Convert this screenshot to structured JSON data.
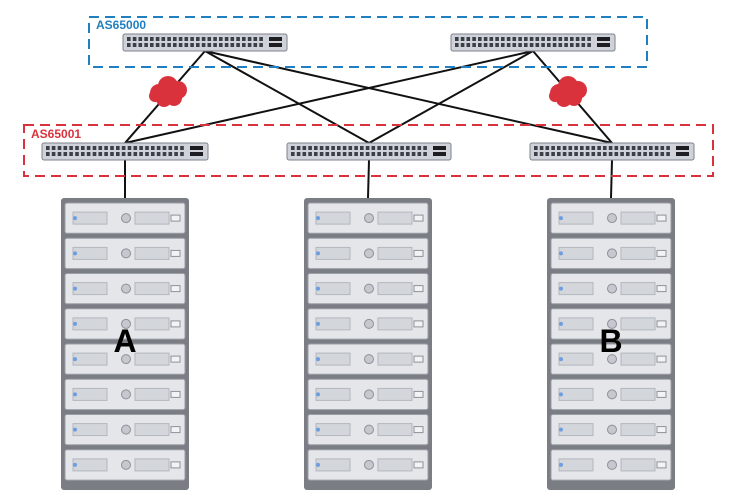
{
  "as_groups": [
    {
      "id": "spine",
      "label": "AS65000",
      "color": "#1f7fbf"
    },
    {
      "id": "leaf",
      "label": "AS65001",
      "color": "#d9323d"
    }
  ],
  "racks": [
    {
      "id": "left",
      "label": "A"
    },
    {
      "id": "middle",
      "label": ""
    },
    {
      "id": "right",
      "label": "B"
    }
  ],
  "spine_switches": [
    "spine-switch-1",
    "spine-switch-2"
  ],
  "leaf_switches": [
    "leaf-switch-1",
    "leaf-switch-2",
    "leaf-switch-3"
  ],
  "clouds": [
    "cloud-left",
    "cloud-right"
  ],
  "colors": {
    "line": "#111111",
    "switch_body": "#cfd2d8",
    "switch_border": "#7d828c",
    "rack_frame": "#7a7d83",
    "server_face": "#e4e6ea",
    "cloud": "#d9323d"
  }
}
